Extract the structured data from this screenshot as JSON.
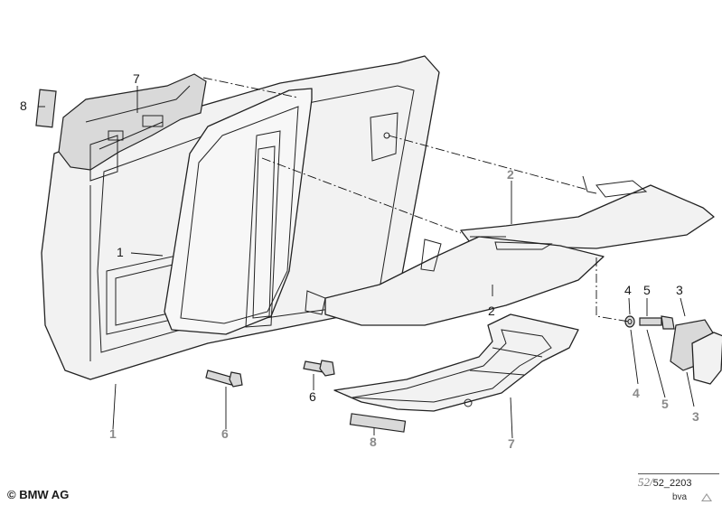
{
  "callouts": {
    "c8_top": "8",
    "c7_top": "7",
    "c1_mid": "1",
    "c2_top": "2",
    "c2_mid": "2",
    "c4_top": "4",
    "c5_top": "5",
    "c3_top": "3",
    "c6_mid": "6",
    "c1_bottom": "1",
    "c6_bottom": "6",
    "c8_bottom": "8",
    "c7_bottom": "7",
    "c4_bottom": "4",
    "c5_bottom": "5",
    "c3_bottom": "3"
  },
  "footer": {
    "copyright": "© BMW AG",
    "code_prefix": "52/",
    "code": "52_2203",
    "author": "bva"
  }
}
